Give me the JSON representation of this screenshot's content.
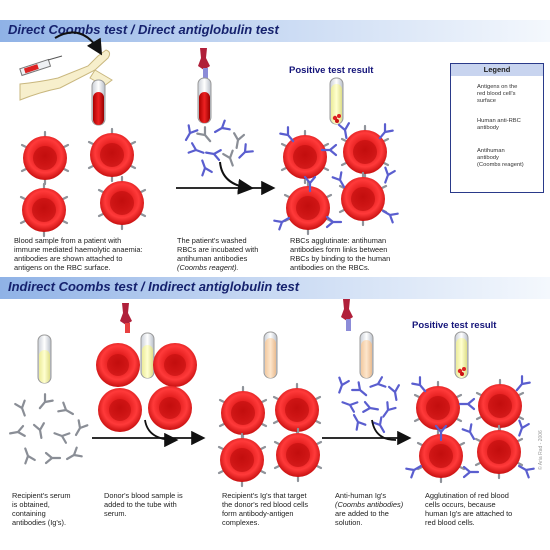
{
  "direct": {
    "title": "Direct Coombs test / Direct antiglobulin test",
    "positive_label": "Positive test result",
    "captions": {
      "step1": [
        "Blood sample from a patient with",
        "immune mediated haemolytic anaemia:",
        "antibodies are shown attached to",
        "antigens on the RBC surface."
      ],
      "step2_a": [
        "The patient's washed",
        "RBCs are incubated with",
        "antihuman antibodies"
      ],
      "step2_b": "(Coombs reagent).",
      "step3": [
        "RBCs agglutinate: antihuman",
        "antibodies form links between",
        "RBCs by binding to the human",
        "antibodies on the RBCs."
      ]
    }
  },
  "indirect": {
    "title": "Indirect Coombs test / Indirect antiglobulin test",
    "positive_label": "Positive test result",
    "captions": {
      "step1": [
        "Recipient's serum",
        "is obtained,",
        "containing",
        "antibodies (Ig's)."
      ],
      "step2": [
        "Donor's blood sample is",
        "added to the tube with",
        "serum."
      ],
      "step3": [
        "Recipient's Ig's that target",
        "the donor's red blood cells",
        "form antibody-antigen",
        "complexes."
      ],
      "step4_a": "Anti-human Ig's",
      "step4_b": "(Coombs antibodies)",
      "step4_c": [
        "are added to the",
        "solution."
      ],
      "step5": [
        "Agglutination of red blood",
        "cells occurs, because",
        "human Ig's are attached to",
        "red blood cells."
      ]
    }
  },
  "legend": {
    "title": "Legend",
    "items": [
      [
        "Antigens on the",
        "red blood cell's",
        "surface"
      ],
      [
        "Human anti-RBC",
        "antibody"
      ],
      [
        "Antihuman",
        "antibody",
        "(Coombs reagent)"
      ]
    ]
  },
  "copyright": "© Aria Rad - 2006",
  "colors": {
    "banner_text": "#16226e",
    "rbc": "#dd1a1a",
    "human_antibody": "#8a8e96",
    "antihuman_antibody": "#5a5ecf",
    "positive_text": "#15157a"
  }
}
